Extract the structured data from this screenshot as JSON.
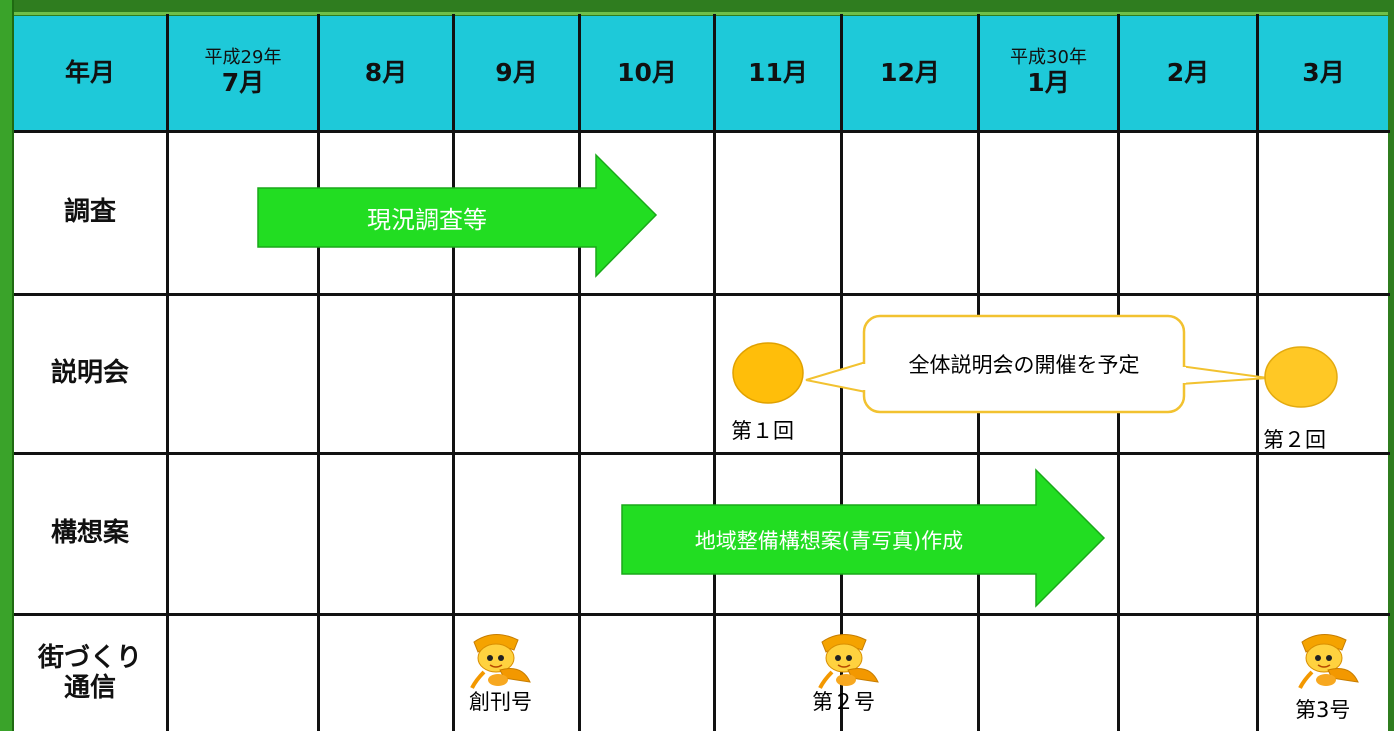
{
  "header": {
    "corner_label": "年月",
    "months": [
      {
        "era": "平成29年",
        "month": "7月"
      },
      {
        "era": "",
        "month": "8月"
      },
      {
        "era": "",
        "month": "9月"
      },
      {
        "era": "",
        "month": "10月"
      },
      {
        "era": "",
        "month": "11月"
      },
      {
        "era": "",
        "month": "12月"
      },
      {
        "era": "平成30年",
        "month": "1月"
      },
      {
        "era": "",
        "month": "2月"
      },
      {
        "era": "",
        "month": "3月"
      }
    ]
  },
  "rows": {
    "survey": {
      "label": "調査",
      "arrow_text": "現況調査等"
    },
    "briefing": {
      "label": "説明会",
      "callout": "全体説明会の開催を予定",
      "first": "第１回",
      "second": "第２回"
    },
    "plan": {
      "label": "構想案",
      "arrow_text": "地域整備構想案(青写真)作成"
    },
    "newsletter": {
      "label_line1": "街づくり",
      "label_line2": "通信",
      "issues": [
        "創刊号",
        "第２号",
        "第3号"
      ]
    }
  },
  "colors": {
    "header_bg": "#1ec9d9",
    "arrow_green": "#22dd22",
    "marker_orange": "#ffbe0a",
    "callout_border": "#f2c230"
  }
}
